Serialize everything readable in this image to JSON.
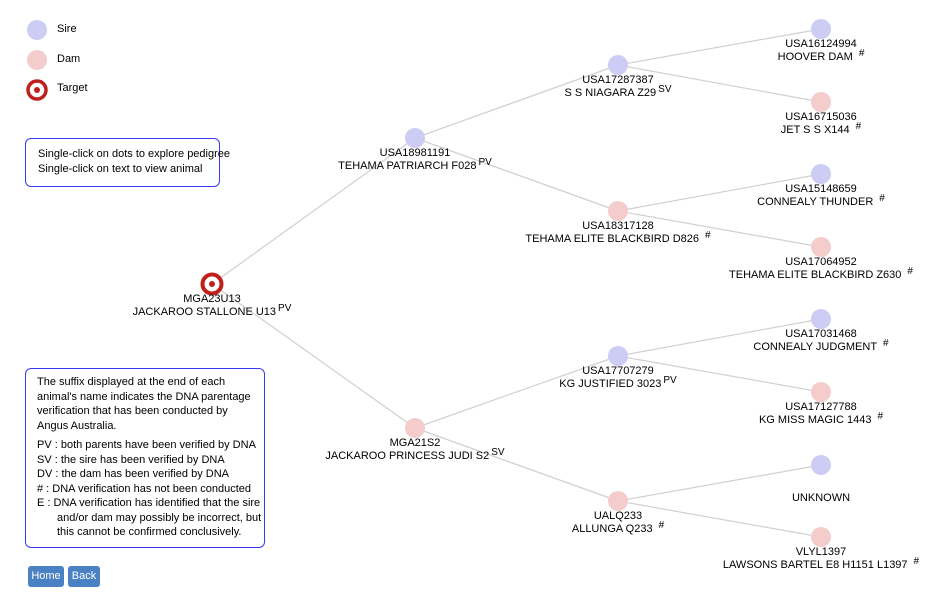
{
  "legend": [
    {
      "label": "Sire",
      "color": "#ccccf5"
    },
    {
      "label": "Dam",
      "color": "#f5cccc"
    },
    {
      "label": "Target",
      "color": "#c0201c"
    }
  ],
  "instructions": [
    "Single-click on dots to explore pedigree",
    "Single-click on text to view animal"
  ],
  "info": {
    "intro": "The suffix displayed at the end of each animal's name indicates the DNA parentage verification that has been conducted by Angus Australia.",
    "lines": [
      "PV : both parents have been verified by DNA",
      "SV : the sire has been verified by DNA",
      "DV : the dam has been verified by DNA",
      "# : DNA verification has not been conducted",
      "E : DNA verification has identified that the sire"
    ],
    "cont": [
      "and/or dam may possibly be incorrect, but",
      "this cannot be confirmed conclusively."
    ]
  },
  "buttons": {
    "home": "Home",
    "back": "Back"
  },
  "nodes": [
    {
      "id": "MGA23U13",
      "name": "JACKAROO STALLONE U13",
      "suffix": "PV",
      "type": "target"
    },
    {
      "id": "USA18981191",
      "name": "TEHAMA PATRIARCH F028",
      "suffix": "PV",
      "type": "sire"
    },
    {
      "id": "MGA21S2",
      "name": "JACKAROO PRINCESS JUDI S2",
      "suffix": "SV",
      "type": "dam"
    },
    {
      "id": "USA17287387",
      "name": "S S NIAGARA Z29",
      "suffix": "SV",
      "type": "sire"
    },
    {
      "id": "USA18317128",
      "name": "TEHAMA ELITE BLACKBIRD D826",
      "suffix": "#",
      "type": "dam"
    },
    {
      "id": "USA17707279",
      "name": "KG JUSTIFIED 3023",
      "suffix": "PV",
      "type": "sire"
    },
    {
      "id": "UALQ233",
      "name": "ALLUNGA Q233",
      "suffix": "#",
      "type": "dam"
    },
    {
      "id": "USA16124994",
      "name": "HOOVER DAM",
      "suffix": "#",
      "type": "sire"
    },
    {
      "id": "USA16715036",
      "name": "JET S S X144",
      "suffix": "#",
      "type": "dam"
    },
    {
      "id": "USA15148659",
      "name": "CONNEALY THUNDER",
      "suffix": "#",
      "type": "sire"
    },
    {
      "id": "USA17064952",
      "name": "TEHAMA ELITE BLACKBIRD Z630",
      "suffix": "#",
      "type": "dam"
    },
    {
      "id": "USA17031468",
      "name": "CONNEALY JUDGMENT",
      "suffix": "#",
      "type": "sire"
    },
    {
      "id": "USA17127788",
      "name": "KG MISS MAGIC 1443",
      "suffix": "#",
      "type": "dam"
    },
    {
      "id": "",
      "name": "UNKNOWN",
      "suffix": "",
      "type": "sire"
    },
    {
      "id": "VLYL1397",
      "name": "LAWSONS BARTEL E8 H1151 L1397",
      "suffix": "#",
      "type": "dam"
    }
  ]
}
